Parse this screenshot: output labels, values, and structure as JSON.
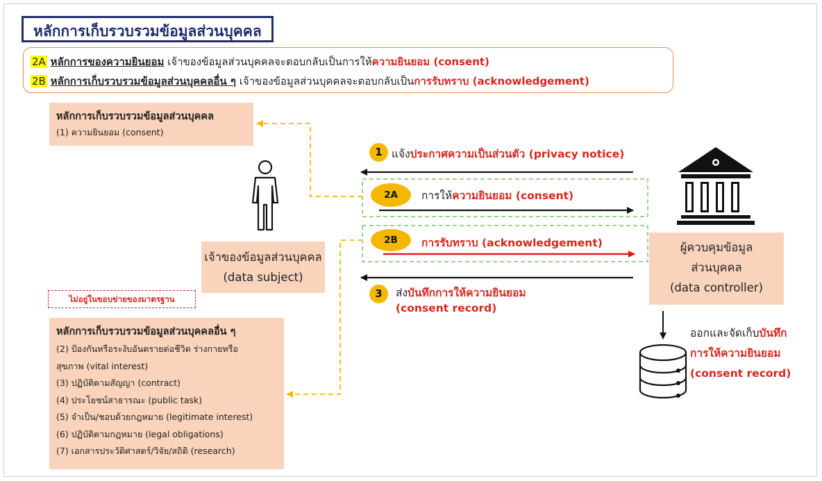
{
  "title": "หลักการเก็บรวบรวมข้อมูลส่วนบุคคล",
  "legend": {
    "row_2a": {
      "tag": "2A",
      "heading": "หลักการของความยินยอม",
      "text": " เจ้าของข้อมูลส่วนบุคคลจะตอบกลับเป็นการให้",
      "highlight": "ความยินยอม (consent)"
    },
    "row_2b": {
      "tag": "2B",
      "heading": "หลักการเก็บรวบรวมข้อมูลส่วนบุคคลอื่น ๆ",
      "text": " เจ้าของข้อมูลส่วนบุคคลจะตอบกลับเป็น",
      "highlight": "การรับทราบ (acknowledgement)"
    }
  },
  "consent_box": {
    "heading": "หลักการเก็บรวบรวมข้อมูลส่วนบุคคล",
    "items": [
      "(1) ความยินยอม (consent)"
    ]
  },
  "data_subject": {
    "line1": "เจ้าของข้อมูลส่วนบุคคล",
    "line2": "(data subject)"
  },
  "data_controller": {
    "line1": "ผู้ควบคุมข้อมูล",
    "line2": "ส่วนบุคคล",
    "line3": "(data controller)"
  },
  "out_of_scope_label": "ไม่อยู่ในขอบข่ายของมาตรฐาน",
  "other_bases_box": {
    "heading": "หลักการเก็บรวบรวมข้อมูลส่วนบุคคลอื่น ๆ",
    "items": [
      "(2) ป้องกันหรือระงับอันตรายต่อชีวิต ร่างกายหรือ",
      "สุขภาพ (vital interest)",
      "(3) ปฏิบัติตามสัญญา (contract)",
      "(4) ประโยชน์สาธารณะ (public task)",
      "(5) จำเป็น/ชอบด้วยกฎหมาย (legitimate interest)",
      "(6) ปฏิบัติตามกฎหมาย (legal obligations)",
      "(7) เอกสารประวัติศาสตร์/วิจัย/สถิติ (research)"
    ]
  },
  "steps": {
    "step1": {
      "badge": "1",
      "prefix": "แจ้ง",
      "highlight": "ประกาศความเป็นส่วนตัว (privacy notice)"
    },
    "step2a": {
      "badge": "2A",
      "prefix": "การให้",
      "highlight": "ความยินยอม (consent)"
    },
    "step2b": {
      "badge": "2B",
      "text": "การรับทราบ (acknowledgement)"
    },
    "step3": {
      "badge": "3",
      "prefix": "ส่ง",
      "highlight": "บันทึกการให้ความยินยอม",
      "line2": "(consent record)"
    }
  },
  "storage": {
    "line1_prefix": "ออกและจัดเก็บ",
    "line1_highlight": "บันทึก",
    "line2": "การให้ความยินยอม",
    "line3": "(consent record)"
  },
  "icons": [
    "person-icon",
    "bank-building-icon",
    "database-icon"
  ],
  "colors": {
    "title_border": "#1f2d6b",
    "legend_border": "#e9884a",
    "box_fill": "#f9d3bb",
    "accent_red": "#d9261c",
    "badge": "#f5b800",
    "dashed_yellow": "#f5b800",
    "dashed_green": "#7cc46a",
    "tag_highlight": "#ffff00"
  }
}
